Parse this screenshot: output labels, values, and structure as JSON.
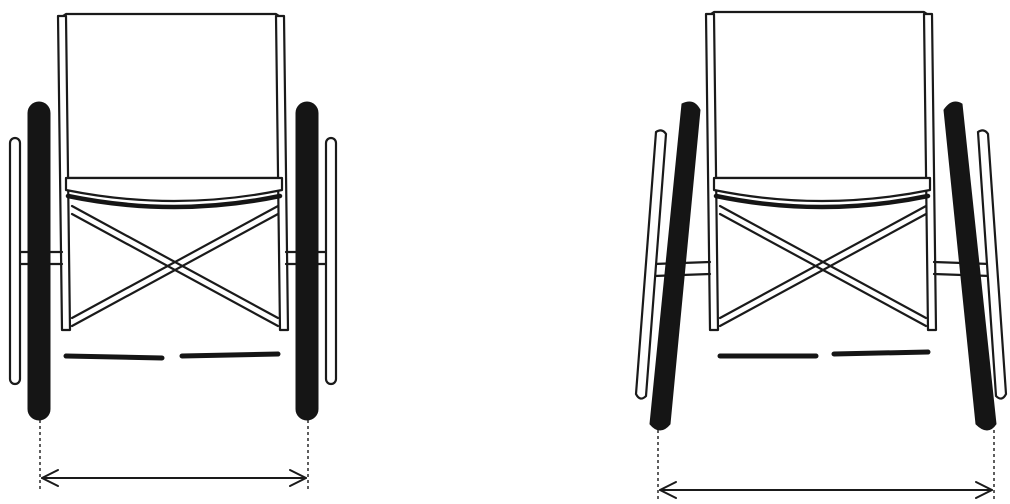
{
  "figure": {
    "panels": [
      {
        "id": "left",
        "depiction": "wheelchair-front-view-vertical-wheels"
      },
      {
        "id": "right",
        "depiction": "wheelchair-front-view-cambered-wheels"
      }
    ]
  }
}
